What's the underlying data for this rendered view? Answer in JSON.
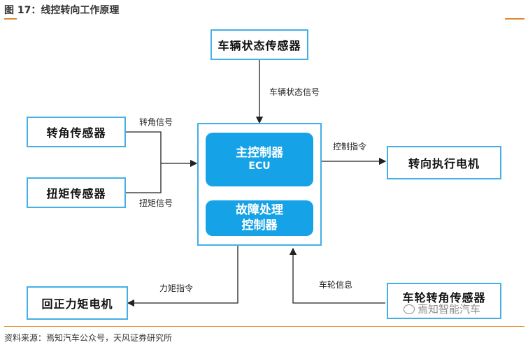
{
  "figure": {
    "title": "图 17：线控转向工作原理",
    "source": "资料来源：焉知汽车公众号，天风证券研究所"
  },
  "nodes": {
    "vehicle_state_sensor": "车辆状态传感器",
    "steering_angle_sensor": "转角传感器",
    "torque_sensor": "扭矩传感器",
    "main_controller_line1": "主控制器",
    "main_controller_line2": "ECU",
    "fault_controller_line1": "故障处理",
    "fault_controller_line2": "控制器",
    "steering_motor": "转向执行电机",
    "return_torque_motor": "回正力矩电机",
    "wheel_angle_sensor": "车轮转角传感器"
  },
  "edges": {
    "vehicle_state_signal": "车辆状态信号",
    "angle_signal": "转角信号",
    "torque_signal": "扭矩信号",
    "control_command": "控制指令",
    "torque_command": "力矩指令",
    "wheel_info": "车轮信息"
  },
  "watermark": "焉知智能汽车",
  "colors": {
    "accent_line": "#e08a2e",
    "box_border": "#43b0e6",
    "controller_fill": "#16a2e6"
  }
}
